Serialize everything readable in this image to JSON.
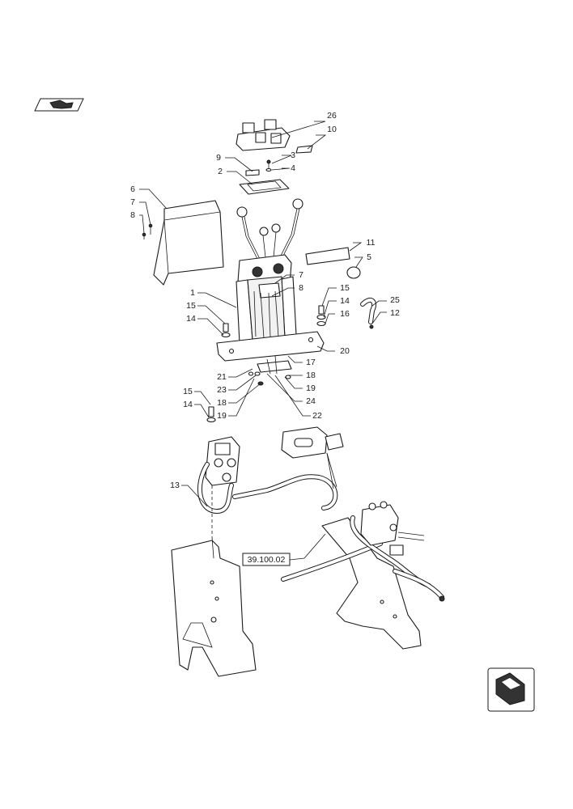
{
  "callouts": {
    "c1": "1",
    "c2": "2",
    "c3": "3",
    "c4": "4",
    "c5": "5",
    "c6": "6",
    "c7a": "7",
    "c7b": "7",
    "c8a": "8",
    "c8b": "8",
    "c9": "9",
    "c10": "10",
    "c11": "11",
    "c12": "12",
    "c13": "13",
    "c14a": "14",
    "c14b": "14",
    "c14c": "14",
    "c15a": "15",
    "c15b": "15",
    "c15c": "15",
    "c16": "16",
    "c17": "17",
    "c18a": "18",
    "c18b": "18",
    "c19a": "19",
    "c19b": "19",
    "c20": "20",
    "c21": "21",
    "c22": "22",
    "c23": "23",
    "c24": "24",
    "c25": "25",
    "c26": "26"
  },
  "reference": {
    "label": "39.100.02"
  },
  "icons": {
    "prev": "previous-page-arrow-icon",
    "next": "next-page-arrow-icon"
  }
}
